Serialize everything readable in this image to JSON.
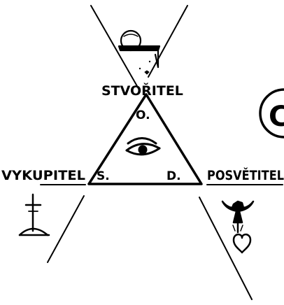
{
  "labels": {
    "top": "STVOŘITEL",
    "left": "VYKUPITEL",
    "right": "POSVĚTITEL"
  },
  "triangle_letters": {
    "top": "O.",
    "bottom_left": "S.",
    "bottom_right": "D."
  },
  "partial_glyph": "C",
  "icons": {
    "top": "globe-hourglass-icon",
    "center": "all-seeing-eye-icon",
    "left": "cross-on-hill-icon",
    "right": "dove-and-heart-icon"
  },
  "colors": {
    "ink": "#000000",
    "background": "#ffffff"
  }
}
